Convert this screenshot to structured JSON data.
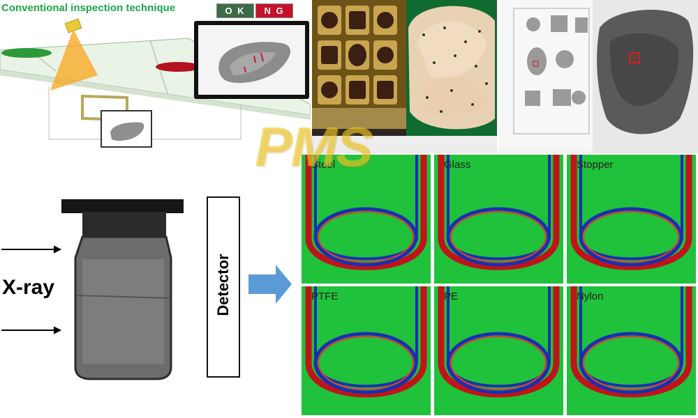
{
  "conventional": {
    "title": "Conventional inspection technique",
    "ok_label": "O K",
    "ng_label": "N G"
  },
  "vial": {
    "xray_label": "X-ray",
    "detector_label": "Detector"
  },
  "watermark": "PMS",
  "grid": {
    "cells": [
      {
        "label": "Steel"
      },
      {
        "label": "Glass"
      },
      {
        "label": "Stopper"
      },
      {
        "label": "PTFE"
      },
      {
        "label": "PE"
      },
      {
        "label": "Nylon"
      }
    ]
  },
  "colors": {
    "ok": "#3e6b47",
    "ng": "#c4122b",
    "title_green": "#1aa64a",
    "arrow_blue": "#5b9bd5",
    "heatmap_green": "#1fc23a"
  }
}
